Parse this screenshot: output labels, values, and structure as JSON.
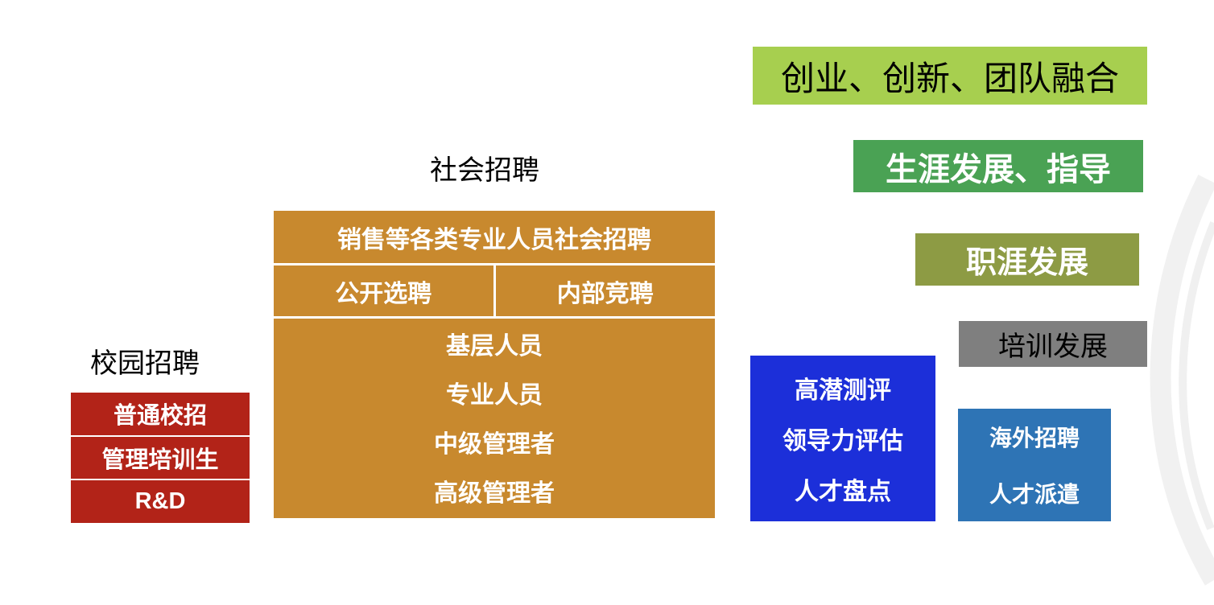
{
  "page": {
    "background": "#ffffff"
  },
  "right_flow": {
    "innovation": {
      "label": "创业、创新、团队融合",
      "bg": "#a7cf4f",
      "text_color": "#000000"
    },
    "career_guidance": {
      "label": "生涯发展、指导",
      "bg": "#4aa254",
      "text_color": "#ffffff"
    },
    "career_dev": {
      "label": "职涯发展",
      "bg": "#8d9b44",
      "text_color": "#ffffff"
    },
    "training_dev": {
      "label": "培训发展",
      "bg": "#7f7f7f",
      "text_color": "#000000"
    }
  },
  "social": {
    "title": "社会招聘",
    "table": {
      "bg": "#c8892e",
      "header": "销售等各类专业人员社会招聘",
      "selection_cells": [
        "公开选聘",
        "内部竞聘"
      ],
      "levels": [
        "基层人员",
        "专业人员",
        "中级管理者",
        "高级管理者"
      ]
    }
  },
  "campus": {
    "title": "校园招聘",
    "bg": "#b22318",
    "items": [
      "普通校招",
      "管理培训生",
      "R&D"
    ]
  },
  "assessment": {
    "bg": "#1c2fd9",
    "items": [
      "高潜测评",
      "领导力评估",
      "人才盘点"
    ]
  },
  "overseas": {
    "bg": "#2e74b5",
    "items": [
      "海外招聘",
      "人才派遣"
    ]
  }
}
